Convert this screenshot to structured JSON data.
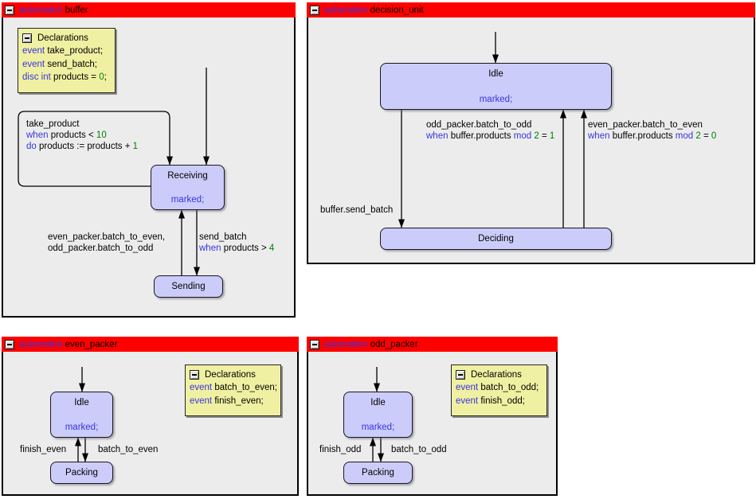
{
  "colors": {
    "header": "#ff0000",
    "keyword": "#3535e0",
    "number": "#008000",
    "state_fill": "#ccccfa",
    "decl_fill": "#f0f0a2",
    "panel_bg": "#ececec",
    "marked": "#3535e0",
    "edge": "#000000"
  },
  "panels": {
    "buffer": {
      "title_keyword": "automaton",
      "title_name": "buffer",
      "declarations": {
        "title": "Declarations",
        "lines": [
          [
            [
              "k",
              "event"
            ],
            [
              "p",
              " take_product;"
            ]
          ],
          [
            [
              "k",
              "event"
            ],
            [
              "p",
              " send_batch;"
            ]
          ],
          [
            [
              "k",
              "disc int"
            ],
            [
              "p",
              " products = "
            ],
            [
              "n",
              "0"
            ],
            [
              "p",
              ";"
            ]
          ]
        ]
      },
      "states": {
        "receiving": {
          "name": "Receiving",
          "marked": "marked;"
        },
        "sending": {
          "name": "Sending"
        }
      },
      "labels": {
        "self_loop": [
          [
            [
              "p",
              "take_product"
            ]
          ],
          [
            [
              "k",
              "when"
            ],
            [
              "p",
              " products < "
            ],
            [
              "n",
              "10"
            ]
          ],
          [
            [
              "k",
              "do"
            ],
            [
              "p",
              " products := products + "
            ],
            [
              "n",
              "1"
            ]
          ]
        ],
        "to_receiving": [
          [
            [
              "p",
              "even_packer.batch_to_even,"
            ]
          ],
          [
            [
              "p",
              "odd_packer.batch_to_odd"
            ]
          ]
        ],
        "to_sending": [
          [
            [
              "p",
              "send_batch"
            ]
          ],
          [
            [
              "k",
              "when"
            ],
            [
              "p",
              " products > "
            ],
            [
              "n",
              "4"
            ]
          ]
        ]
      }
    },
    "decision_unit": {
      "title_keyword": "automaton",
      "title_name": "decision_unit",
      "states": {
        "idle": {
          "name": "Idle",
          "marked": "marked;"
        },
        "deciding": {
          "name": "Deciding"
        }
      },
      "labels": {
        "odd": [
          [
            [
              "p",
              "odd_packer.batch_to_odd"
            ]
          ],
          [
            [
              "k",
              "when"
            ],
            [
              "p",
              " buffer.products "
            ],
            [
              "k",
              "mod"
            ],
            [
              "p",
              " "
            ],
            [
              "n",
              "2"
            ],
            [
              "p",
              " = "
            ],
            [
              "n",
              "1"
            ]
          ]
        ],
        "even": [
          [
            [
              "p",
              "even_packer.batch_to_even"
            ]
          ],
          [
            [
              "k",
              "when"
            ],
            [
              "p",
              " buffer.products "
            ],
            [
              "k",
              "mod"
            ],
            [
              "p",
              " "
            ],
            [
              "n",
              "2"
            ],
            [
              "p",
              " = "
            ],
            [
              "n",
              "0"
            ]
          ]
        ],
        "send": [
          [
            [
              "p",
              "buffer.send_batch"
            ]
          ]
        ]
      }
    },
    "even_packer": {
      "title_keyword": "automaton",
      "title_name": "even_packer",
      "declarations": {
        "title": "Declarations",
        "lines": [
          [
            [
              "k",
              "event"
            ],
            [
              "p",
              " batch_to_even;"
            ]
          ],
          [
            [
              "k",
              "event"
            ],
            [
              "p",
              " finish_even;"
            ]
          ]
        ]
      },
      "states": {
        "idle": {
          "name": "Idle",
          "marked": "marked;"
        },
        "packing": {
          "name": "Packing"
        }
      },
      "labels": {
        "up": [
          [
            [
              "p",
              "finish_even"
            ]
          ]
        ],
        "down": [
          [
            [
              "p",
              "batch_to_even"
            ]
          ]
        ]
      }
    },
    "odd_packer": {
      "title_keyword": "automaton",
      "title_name": "odd_packer",
      "declarations": {
        "title": "Declarations",
        "lines": [
          [
            [
              "k",
              "event"
            ],
            [
              "p",
              " batch_to_odd;"
            ]
          ],
          [
            [
              "k",
              "event"
            ],
            [
              "p",
              " finish_odd;"
            ]
          ]
        ]
      },
      "states": {
        "idle": {
          "name": "Idle",
          "marked": "marked;"
        },
        "packing": {
          "name": "Packing"
        }
      },
      "labels": {
        "up": [
          [
            [
              "p",
              "finish_odd"
            ]
          ]
        ],
        "down": [
          [
            [
              "p",
              "batch_to_odd"
            ]
          ]
        ]
      }
    }
  }
}
